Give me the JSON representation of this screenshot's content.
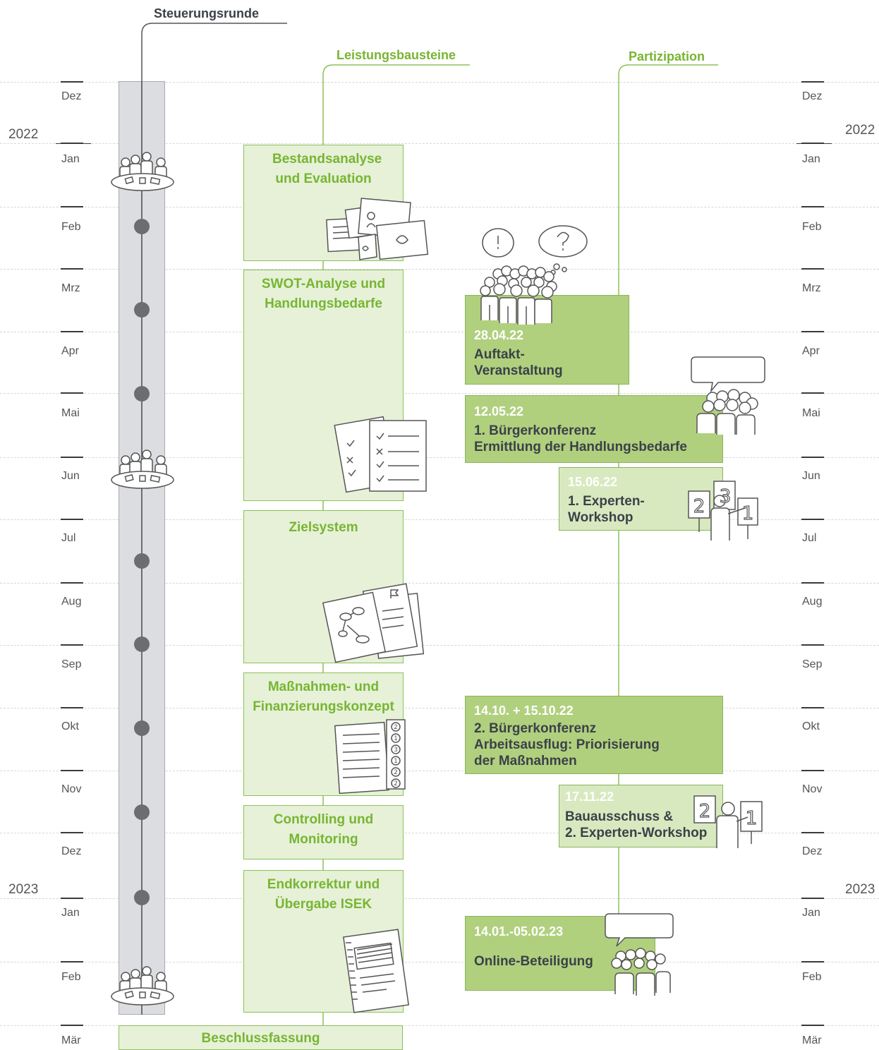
{
  "headers": {
    "steuerung": "Steuerungsrunde",
    "leistung": "Leistungsbausteine",
    "partizipation": "Partizipation"
  },
  "years": {
    "start": "2022",
    "end": "2023"
  },
  "months": [
    "Dez",
    "Jan",
    "Feb",
    "Mrz",
    "Apr",
    "Mai",
    "Jun",
    "Jul",
    "Aug",
    "Sep",
    "Okt",
    "Nov",
    "Dez",
    "Jan",
    "Feb",
    "Mär"
  ],
  "bausteine": [
    {
      "label": "Bestandsanalyse und Evaluation"
    },
    {
      "label": "SWOT-Analyse und Handlungsbedarfe"
    },
    {
      "label": "Zielsystem"
    },
    {
      "label": "Maßnahmen- und Finanzierungskonzept"
    },
    {
      "label": "Controlling und Monitoring"
    },
    {
      "label": "Endkorrektur und Übergabe ISEK"
    },
    {
      "label": "Beschlussfassung"
    }
  ],
  "events": [
    {
      "date": "28.04.22",
      "name": "Auftakt-\nVeranstaltung"
    },
    {
      "date": "12.05.22",
      "name": "1. Bürgerkonferenz\nErmittlung der Handlungsbedarfe"
    },
    {
      "date": "15.06.22",
      "name": "1. Experten-\nWorkshop"
    },
    {
      "date": "14.10. + 15.10.22",
      "name": "2. Bürgerkonferenz\nArbeitsausflug: Priorisierung\nder Maßnahmen"
    },
    {
      "date": "17.11.22",
      "name": "Bauausschuss &\n2. Experten-Workshop"
    },
    {
      "date": "14.01.-05.02.23",
      "name": "Online-Beteiligung"
    }
  ],
  "colors": {
    "green": "#78b532",
    "green_light": "#e6f1d8",
    "green_event": "#b0d07e",
    "gray_bar": "#dcdde0",
    "dark": "#3b4148"
  },
  "icons": [
    "meeting-table-icon",
    "documents-icon",
    "checklist-icon",
    "mindmap-icon",
    "priority-list-icon",
    "notebook-icon",
    "crowd-icon",
    "speech-bubble-icon",
    "presenter-icon"
  ]
}
